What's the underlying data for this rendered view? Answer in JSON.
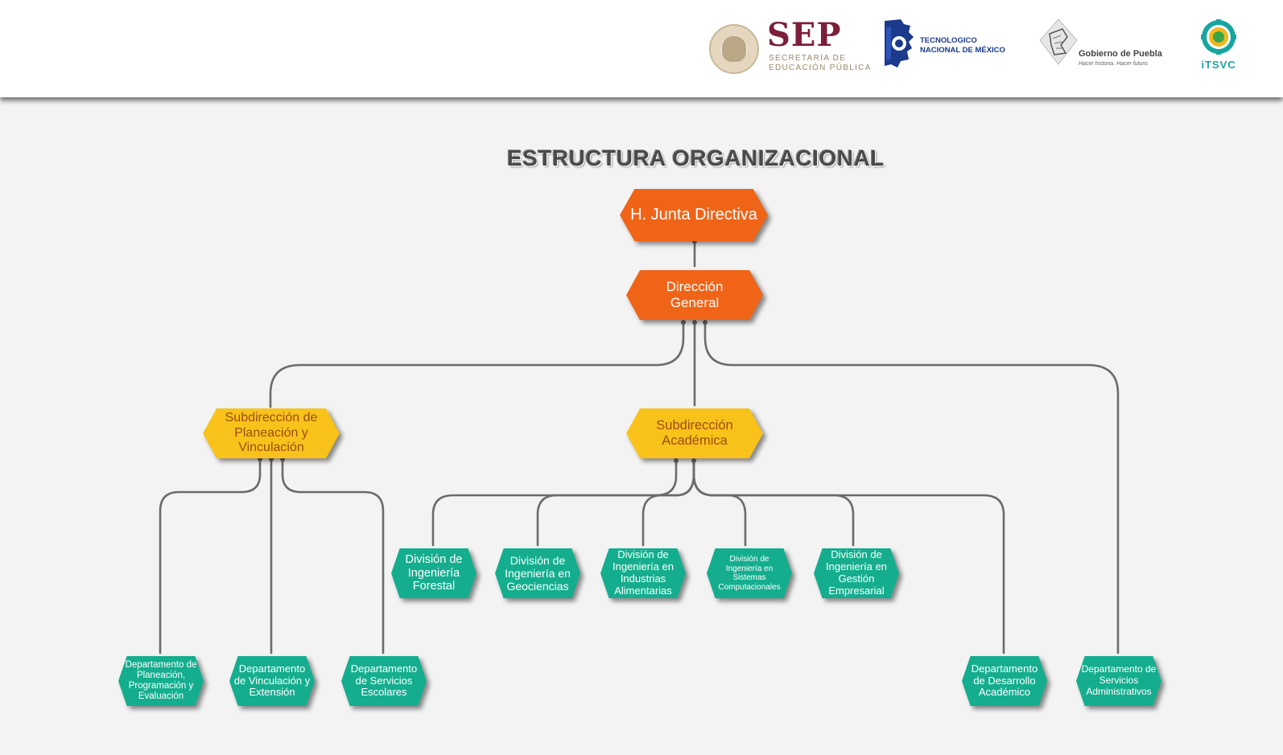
{
  "header": {
    "logos": {
      "sep": {
        "name": "SEP",
        "line1": "SECRETARÍA DE",
        "line2": "EDUCACIÓN PÚBLICA"
      },
      "tecnm": {
        "line1": "TECNOLOGICO",
        "line2": "NACIONAL DE MÉXICO"
      },
      "puebla": {
        "name": "Gobierno de Puebla",
        "slogan": "Hacer historia. Hacer futuro."
      },
      "itsvc": {
        "name": "iTSVC"
      }
    }
  },
  "title": "ESTRUCTURA ORGANIZACIONAL",
  "colors": {
    "level1": "#f06418",
    "level2": "#f9c21b",
    "level3": "#14ae8e",
    "connector": "#6b6b6b"
  },
  "org": {
    "junta": "H. Junta Directiva",
    "direccion": "Dirección General",
    "sub_planeacion": "Subdirección de Planeación y Vinculación",
    "sub_academica": "Subdirección Académica",
    "div_forestal": "División de Ingeniería Forestal",
    "div_geociencias": "División de Ingeniería en Geociencias",
    "div_alimentarias": "División de Ingeniería en Industrias Alimentarias",
    "div_sistemas": "División de Ingeniería en Sistemas Computacionales",
    "div_gestion": "División de Ingeniería en Gestión Empresarial",
    "dep_planeacion": "Departamento de Planeación, Programación y Evaluación",
    "dep_vinculacion": "Departamento de Vinculación y Extensión",
    "dep_escolares": "Departamento de Servicios Escolares",
    "dep_desarrollo": "Departamento de Desarrollo Académico",
    "dep_administrativos": "Departamento de Servicios Administrativos"
  }
}
